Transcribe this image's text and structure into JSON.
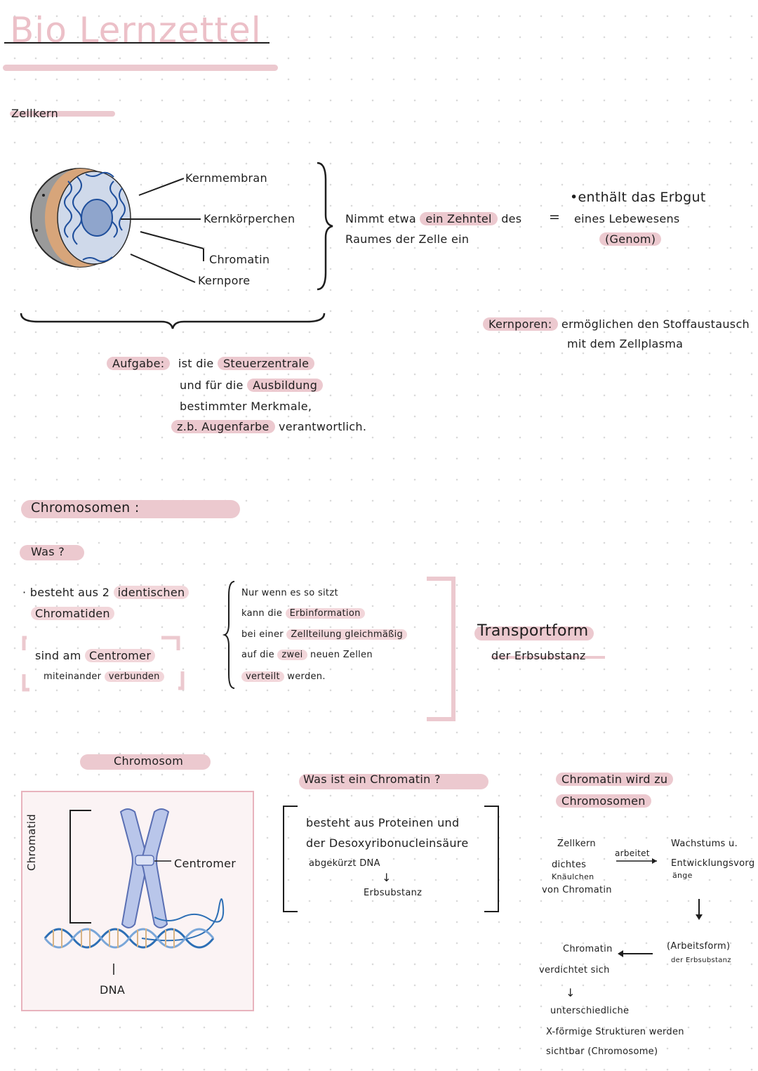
{
  "title": "Bio Lernzettel",
  "colors": {
    "accent": "#ecc9cf",
    "ink": "#1e1e1e",
    "dna_blue": "#2d6fb5",
    "chromosome_fill": "#b9c6ea"
  },
  "zellkern": {
    "heading": "Zellkern",
    "labels": {
      "kernmembran": "Kernmembran",
      "kernkoerperchen": "Kernkörperchen",
      "chromatin": "Chromatin",
      "kernpore": "Kernpore"
    },
    "space_note": {
      "part1": "Nimmt etwa",
      "highlight": "ein Zehntel",
      "part2": "des",
      "line2": "Raumes der Zelle ein"
    },
    "equals": "=",
    "erbgut": {
      "line1": "•enthält das Erbgut",
      "line2": "eines Lebewesens",
      "line3": "(Genom)"
    },
    "kernporen": {
      "label": "Kernporen:",
      "line1": "ermöglichen den Stoffaustausch",
      "line2": "mit dem Zellplasma"
    },
    "aufgabe": {
      "label": "Aufgabe:",
      "line1_a": "ist die",
      "line1_hl": "Steuerzentrale",
      "line2_a": "und für die",
      "line2_hl": "Ausbildung",
      "line3": "bestimmter Merkmale,",
      "line4_hl": "z.b. Augenfarbe",
      "line4_b": "verantwortlich."
    }
  },
  "chromosomen": {
    "heading": "Chromosomen :",
    "was": "Was ?",
    "bullet1_a": "· besteht aus 2",
    "bullet1_hl": "identischen",
    "bullet1_line2": "Chromatiden",
    "bracket_line1_a": "sind am",
    "bracket_line1_hl": "Centromer",
    "bracket_line2_a": "miteinander",
    "bracket_line2_hl": "verbunden",
    "nur_wenn": {
      "line1": "Nur wenn es so sitzt",
      "line2_a": "kann die",
      "line2_hl": "Erbinformation",
      "line3_a": "bei einer",
      "line3_hl": "Zellteilung gleichmäßig",
      "line4_a": "auf die",
      "line4_hl": "zwei",
      "line4_b": "neuen Zellen",
      "line5_hl": "verteilt",
      "line5_b": "werden."
    },
    "transport": {
      "line1": "Transportform",
      "line2": "der Erbsubstanz"
    }
  },
  "diagram": {
    "title": "Chromosom",
    "chromatid_label": "Chromatid",
    "centromer_label": "Centromer",
    "dna_label": "DNA"
  },
  "chromatin_box": {
    "title": "Was ist ein Chromatin ?",
    "line1": "besteht aus Proteinen und",
    "line2": "der Desoxyribonucleinsäure",
    "line3": "abgekürzt DNA",
    "arrow": "↓",
    "line4": "Erbsubstanz"
  },
  "flow": {
    "title_line1": "Chromatin wird zu",
    "title_line2": "Chromosomen",
    "zellkern": "Zellkern",
    "dichtes": "dichtes",
    "knaeulchen": "Knäulchen",
    "von_chromatin": "von Chromatin",
    "arbeitet": "arbeitet",
    "wachstums_1": "Wachstums u.",
    "wachstums_2": "Entwicklungsvorg",
    "wachstums_3": "änge",
    "arbeitsform_1": "(Arbeitsform)",
    "arbeitsform_2": "der Erbsubstanz",
    "chromatin": "Chromatin",
    "verdichtet": "verdichtet sich",
    "down_arrow": "↓",
    "result_1": "unterschiedliche",
    "result_2": "X-förmige Strukturen werden",
    "result_3": "sichtbar (Chromosome)"
  }
}
